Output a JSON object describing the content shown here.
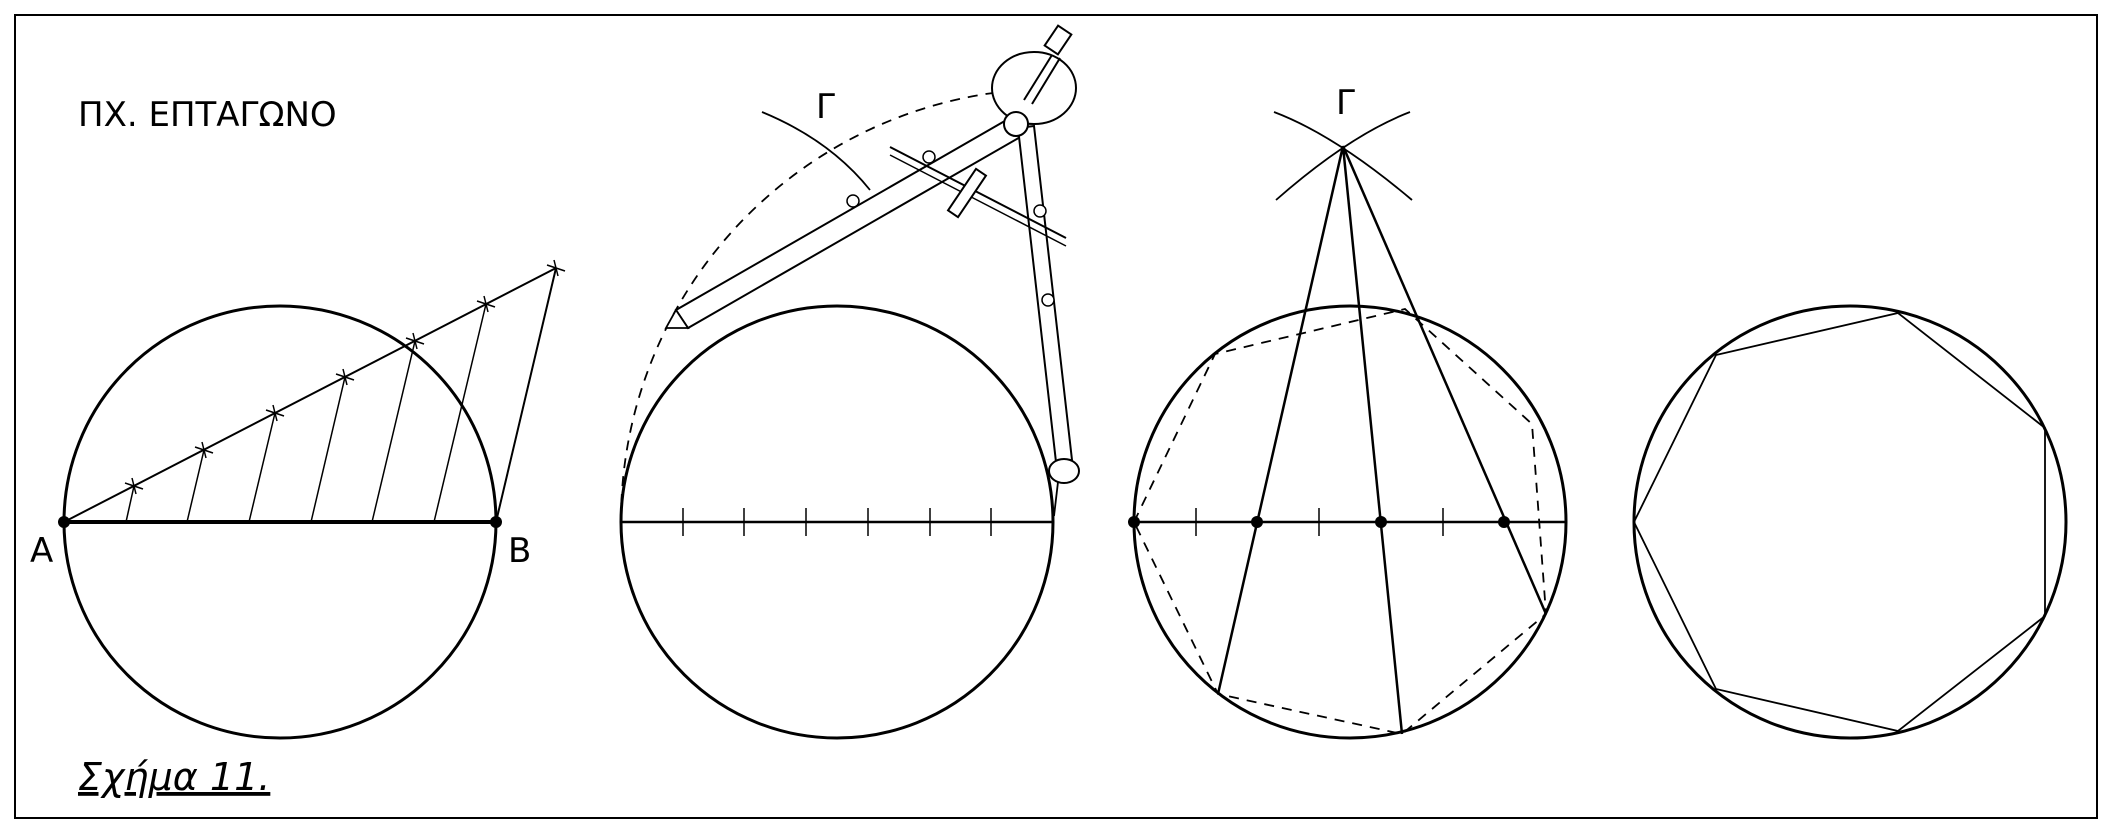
{
  "title": "ΠΧ. ΕΠΤΑΓΩΝΟ",
  "caption": "Σχήμα 11.",
  "labels": {
    "a": "A",
    "b": "B",
    "g1": "Γ",
    "g2": "Γ"
  }
}
